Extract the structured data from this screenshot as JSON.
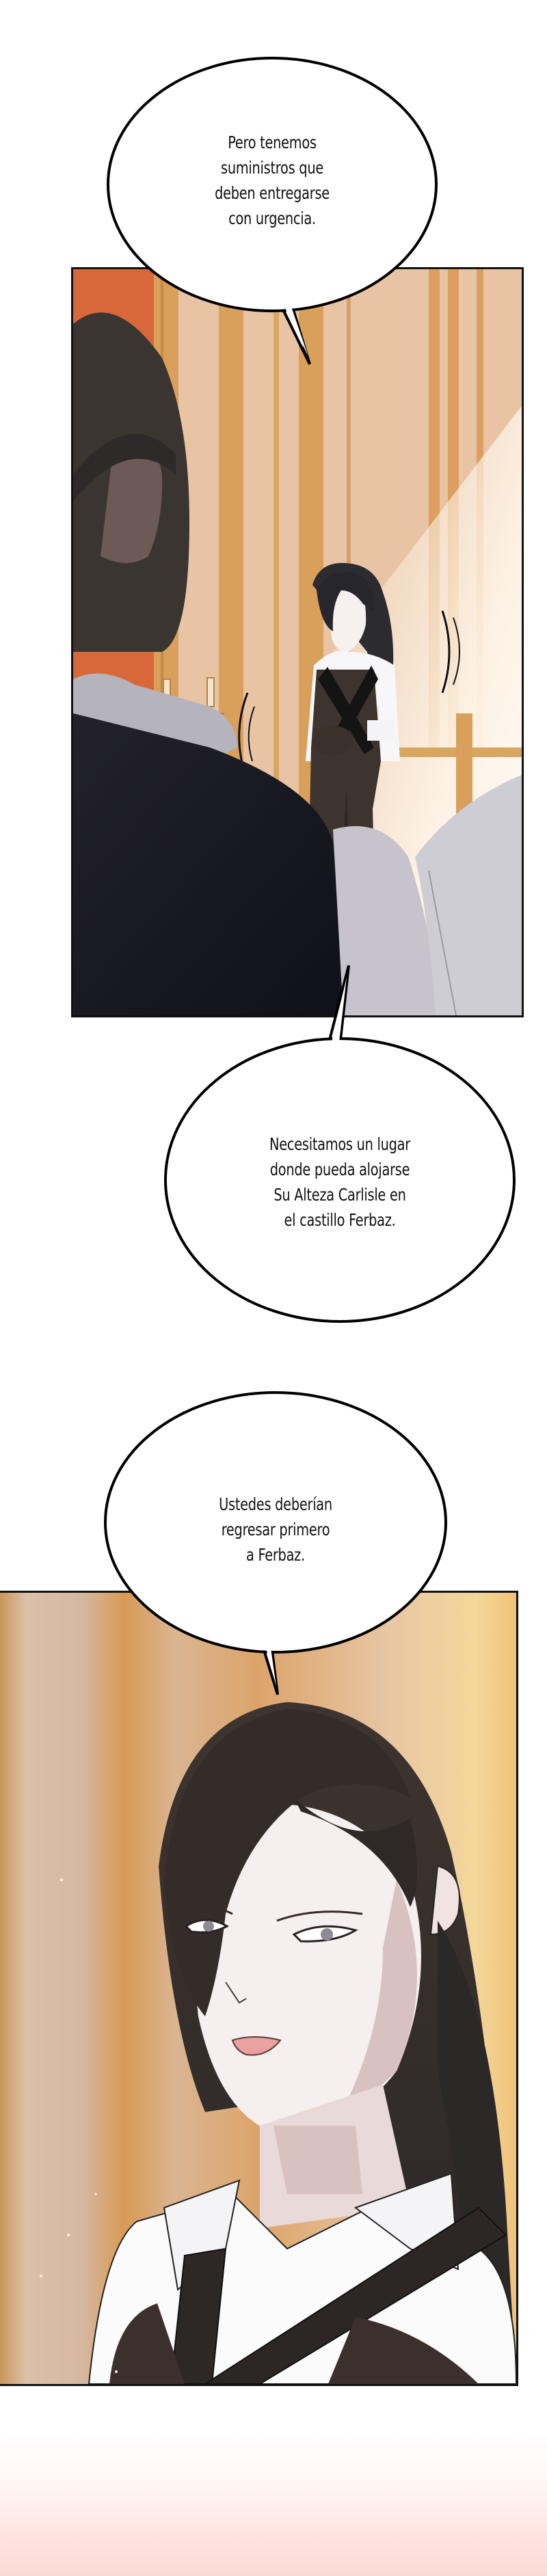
{
  "page": {
    "type": "webtoon-strip",
    "background": "#ffffff",
    "end_fade_color": "#fddad5"
  },
  "bubbles": [
    {
      "id": "bubble-1",
      "lines": [
        "Pero tenemos",
        "suministros que",
        "deben entregarse",
        "con urgencia."
      ]
    },
    {
      "id": "bubble-2",
      "lines": [
        "Necesitamos un lugar",
        "donde pueda alojarse",
        "Su Alteza Carlisle en",
        "el castillo Ferbaz."
      ]
    },
    {
      "id": "bubble-3",
      "lines": [
        "Ustedes deberían",
        "regresar primero",
        "a Ferbaz."
      ]
    }
  ],
  "panels": [
    {
      "id": "panel-1",
      "scene": "maid-standing-in-hall",
      "colors": {
        "wall_orange": "#d8683a",
        "gold_trim": "#dba060",
        "wall_beige": "#e8c4a4",
        "suit_dark": "#15151d",
        "shirt_gray": "#c9c6cf"
      }
    },
    {
      "id": "panel-2",
      "scene": "maid-closeup-portrait",
      "colors": {
        "bg_gold": "#d89a55",
        "bg_beige": "#d9b9a0",
        "hair": "#3a302c",
        "skin": "#f4eeee",
        "shirt": "#ffffff",
        "vest": "#3b302d"
      }
    }
  ]
}
